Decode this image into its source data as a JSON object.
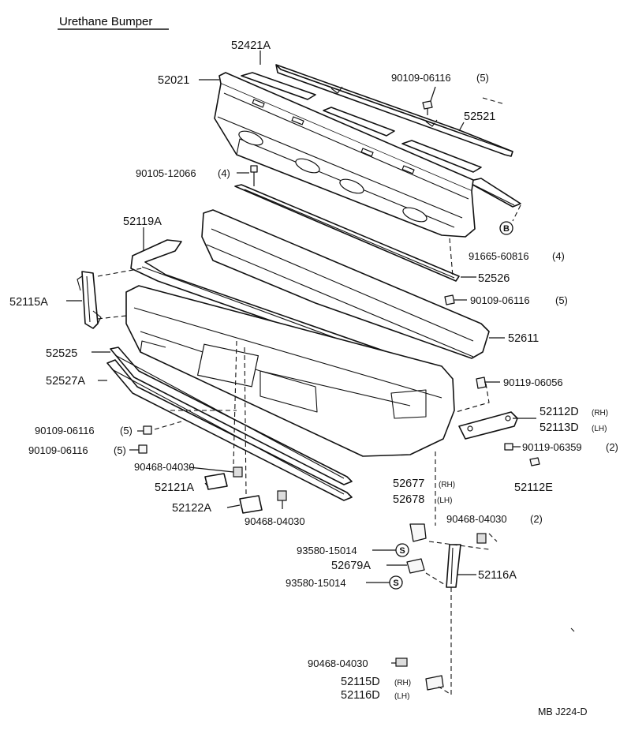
{
  "title": "Urethane Bumper",
  "ref_code": "MB J224-D",
  "labels": {
    "p52421A": "52421A",
    "p52021": "52021",
    "b90109_06116_top": "90109-06116",
    "b90109_06116_top_qty": "(5)",
    "p52521": "52521",
    "b90105_12066": "90105-12066",
    "b90105_12066_qty": "(4)",
    "p52119A": "52119A",
    "b91665_60816": "91665-60816",
    "b91665_60816_qty": "(4)",
    "p52115A": "52115A",
    "p52526": "52526",
    "b90109_06116_mid": "90109-06116",
    "b90109_06116_mid_qty": "(5)",
    "p52611": "52611",
    "p52525": "52525",
    "p52527A": "52527A",
    "b90119_06056": "90119-06056",
    "p52112D": "52112D",
    "p52112D_side": "(RH)",
    "p52113D": "52113D",
    "p52113D_side": "(LH)",
    "b90109_06116_l1": "90109-06116",
    "b90109_06116_l1_qty": "(5)",
    "b90109_06116_l2": "90109-06116",
    "b90109_06116_l2_qty": "(5)",
    "b90119_06359": "90119-06359",
    "b90119_06359_qty": "(2)",
    "n90468_04030_a": "90468-04030",
    "p52121A": "52121A",
    "p52112E": "52112E",
    "p52122A": "52122A",
    "n90468_04030_b": "90468-04030",
    "p52677": "52677",
    "p52677_side": "(RH)",
    "p52678": "52678",
    "p52678_side": "(LH)",
    "n90468_04030_c": "90468-04030",
    "n90468_04030_c_qty": "(2)",
    "b93580_15014_a": "93580-15014",
    "p52679A": "52679A",
    "p52116A": "52116A",
    "b93580_15014_b": "93580-15014",
    "n90468_04030_d": "90468-04030",
    "p52115D": "52115D",
    "p52115D_side": "(RH)",
    "p52116D": "52116D",
    "p52116D_side": "(LH)"
  },
  "symbols": {
    "b": "B",
    "s1": "S",
    "s2": "S"
  }
}
